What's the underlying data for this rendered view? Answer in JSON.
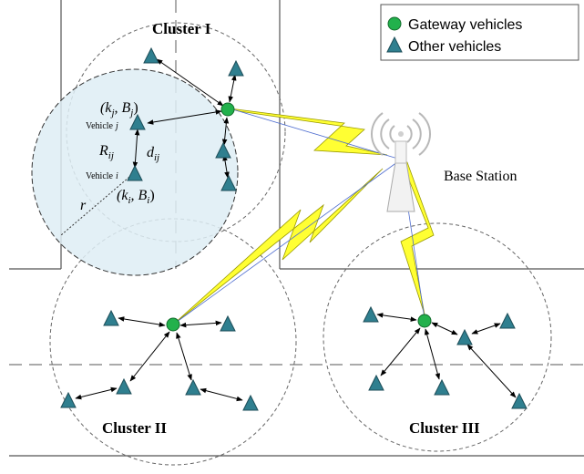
{
  "legend": {
    "gateway_label": "Gateway vehicles",
    "other_label": "Other vehicles"
  },
  "clusters": {
    "c1": "Cluster I",
    "c2": "Cluster II",
    "c3": "Cluster III"
  },
  "base_station_label": "Base Station",
  "annotations": {
    "kj": "(k",
    "kj_sub": "j",
    "bj": ", B",
    "bj_sub": "j",
    "close": ")",
    "ki": "(k",
    "ki_sub": "i",
    "bi": ", B",
    "bi_sub": "i",
    "vehicle_j": "Vehicle",
    "vehicle_j_sub": "j",
    "vehicle_i": "Vehicle",
    "vehicle_i_sub": "i",
    "rij": "R",
    "rij_sub": "ij",
    "dij": "d",
    "dij_sub": "ij",
    "r": "r"
  },
  "colors": {
    "gateway": "#22b14c",
    "vehicle": "#2f7f8f",
    "link": "#ffff33",
    "range_fill": "#deedf4"
  }
}
